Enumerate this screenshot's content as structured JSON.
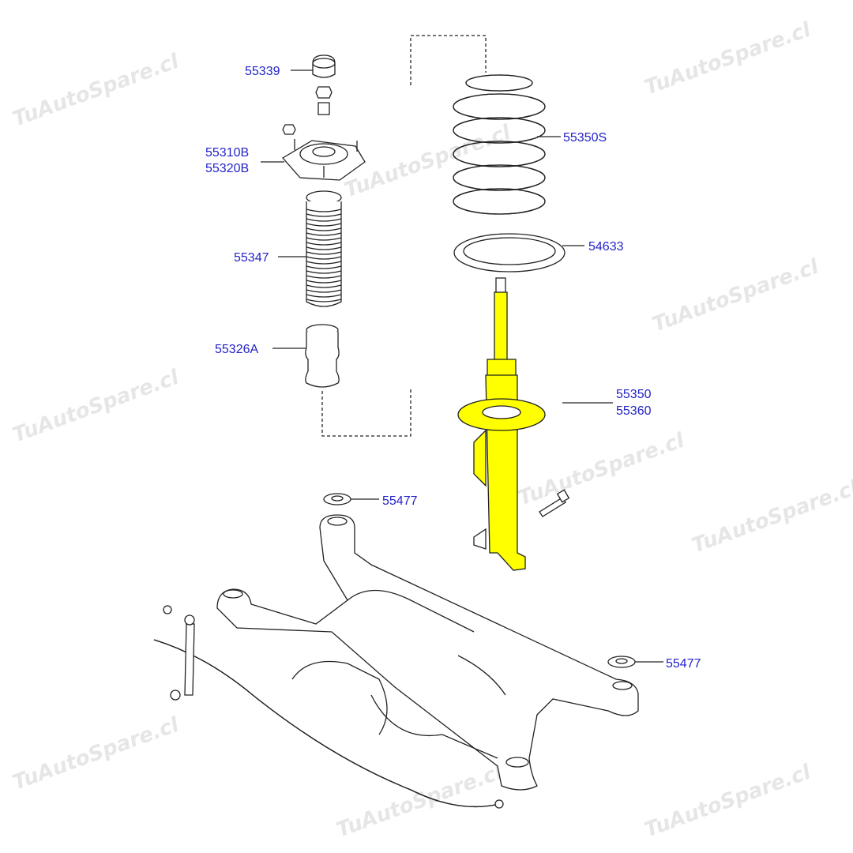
{
  "watermark": "TuAutoSpare.cl",
  "callouts": {
    "cap": "55339",
    "mount_a": "55310B",
    "mount_b": "55320B",
    "dust_cover": "55347",
    "bump_stopper": "55326A",
    "coil_spring": "55350S",
    "spring_pad": "54633",
    "strut_a": "55350",
    "strut_b": "55360",
    "bushing_upper": "55477",
    "bushing_lower": "55477"
  },
  "colors": {
    "label": "#2323c8",
    "highlight": "#ffff00"
  }
}
